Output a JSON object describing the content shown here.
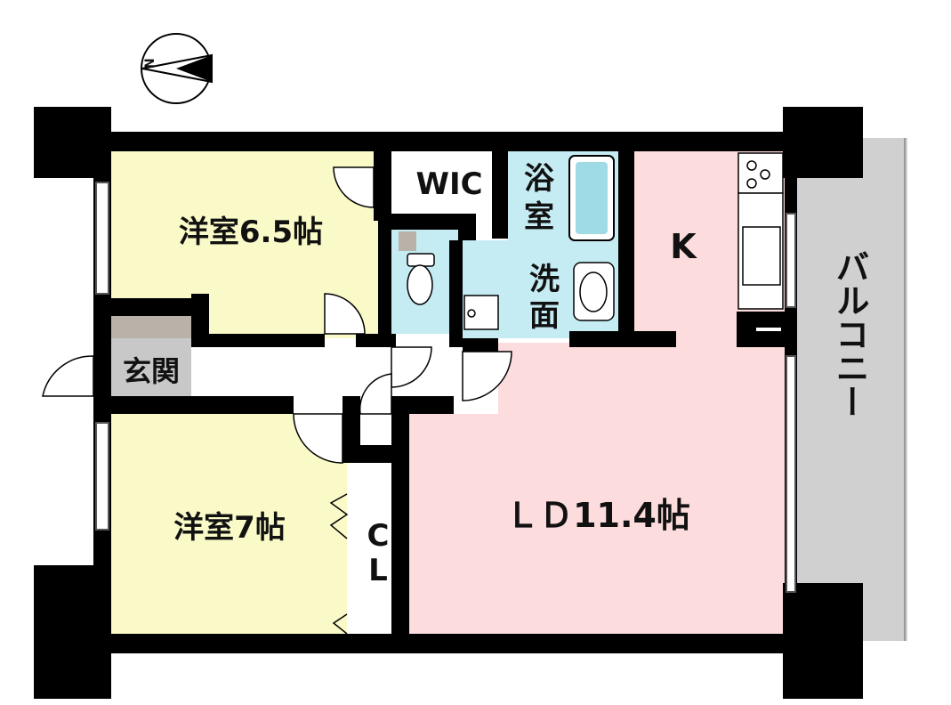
{
  "compass": {
    "label": "N",
    "icon": "north-arrow-icon"
  },
  "rooms": {
    "western_room_1": {
      "label": "洋室6.5帖"
    },
    "western_room_2": {
      "label": "洋室7帖"
    },
    "wic": {
      "label": "WIC"
    },
    "bath": {
      "label_line1": "浴",
      "label_line2": "室"
    },
    "washroom": {
      "label_line1": "洗",
      "label_line2": "面"
    },
    "kitchen": {
      "label": "K"
    },
    "ld": {
      "label": "ＬＤ11.4帖"
    },
    "entrance": {
      "label": "玄関"
    },
    "closet": {
      "label_line1": "C",
      "label_line2": "L"
    },
    "balcony": {
      "label": "バルコニー"
    }
  },
  "colors": {
    "western_room": "#fafac8",
    "ld_kitchen": "#fcdcdc",
    "water": "#c4ecf2",
    "entrance": "#c8c8c8",
    "balcony": "#d0d0d0",
    "wall": "#000000",
    "bathtub": "#9fdbe6"
  }
}
